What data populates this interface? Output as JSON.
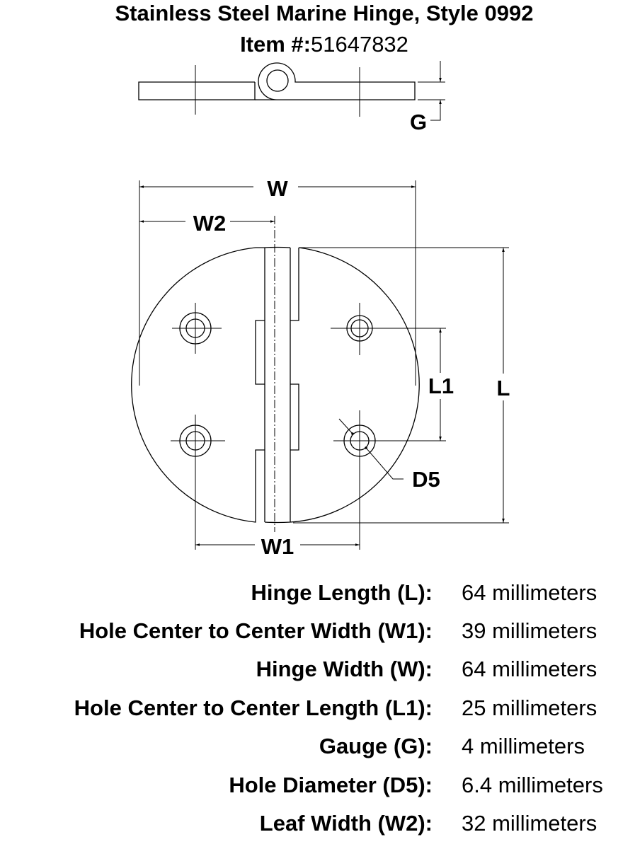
{
  "title": "Stainless Steel Marine Hinge, Style 0992",
  "item_label": "Item #:",
  "item_number": "51647832",
  "diagram_labels": {
    "g": "G",
    "w": "W",
    "w2": "W2",
    "w1": "W1",
    "l": "L",
    "l1": "L1",
    "d5": "D5"
  },
  "specs": [
    {
      "label": "Hinge Length (L):",
      "value": "64 millimeters"
    },
    {
      "label": "Hole Center to Center Width (W1):",
      "value": "39 millimeters"
    },
    {
      "label": "Hinge Width (W):",
      "value": "64 millimeters"
    },
    {
      "label": "Hole Center to Center Length (L1):",
      "value": "25 millimeters"
    },
    {
      "label": "Gauge (G):",
      "value": "4 millimeters"
    },
    {
      "label": "Hole Diameter (D5):",
      "value": "6.4 millimeters"
    },
    {
      "label": "Leaf Width (W2):",
      "value": "32 millimeters"
    }
  ]
}
